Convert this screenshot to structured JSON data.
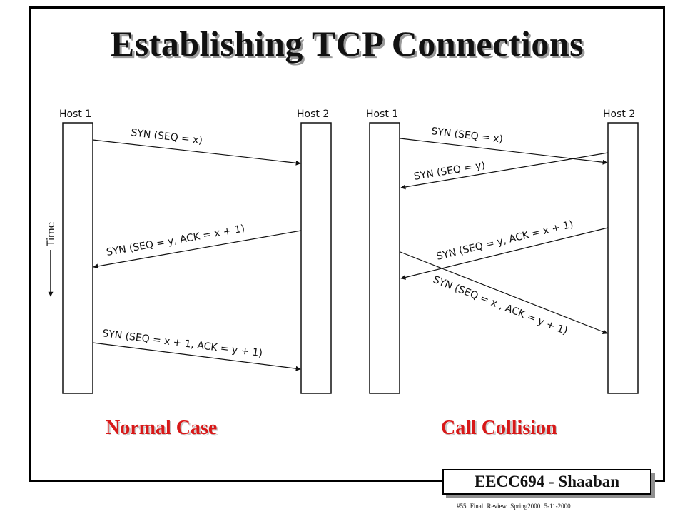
{
  "slide": {
    "title": "Establishing TCP Connections",
    "footer_label": "EECC694 - Shaaban",
    "footer_note": "#55 Final Review Spring2000 5-11-2000"
  },
  "diagrams": {
    "normal": {
      "caption": "Normal Case",
      "host_left_label": "Host 1",
      "host_right_label": "Host 2",
      "time_label": "Time",
      "messages": [
        "SYN (SEQ = x)",
        "SYN (SEQ = y, ACK = x + 1)",
        "SYN (SEQ = x + 1, ACK = y + 1)"
      ]
    },
    "collision": {
      "caption": "Call Collision",
      "host_left_label": "Host 1",
      "host_right_label": "Host 2",
      "messages": [
        "SYN (SEQ = x)",
        "SYN (SEQ = y)",
        "SYN (SEQ = y, ACK = x + 1)",
        "SYN (SEQ = x , ACK = y + 1)"
      ]
    }
  }
}
